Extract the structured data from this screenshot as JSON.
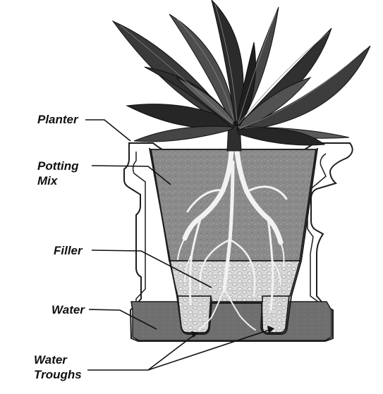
{
  "labels": {
    "planter": "Planter",
    "potting_mix_line1": "Potting",
    "potting_mix_line2": "Mix",
    "filler": "Filler",
    "water": "Water",
    "water_troughs_line1": "Water",
    "water_troughs_line2": "Troughs"
  },
  "colors": {
    "planter_body": "#ffffff",
    "planter_outline": "#1c1c1c",
    "potting_mix": "#8a8a8a",
    "filler": "#d9d9d9",
    "water": "#6e6e6e",
    "roots": "#f2f2f2",
    "leaf_dark": "#262626",
    "leaf_mid": "#4d4d4d",
    "leader_line": "#111111"
  }
}
